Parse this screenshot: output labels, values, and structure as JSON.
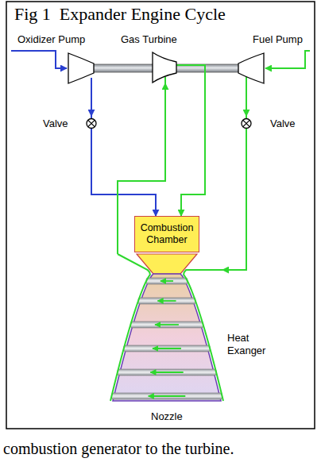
{
  "diagram": {
    "title": "Fig 1  Expander Engine Cycle",
    "caption": "combustion generator to the turbine.",
    "nodes": [
      {
        "text": [
          "Oxidizer Pump"
        ]
      },
      {
        "text": [
          "Gas Turbine"
        ]
      },
      {
        "text": [
          "Fuel Pump"
        ]
      },
      {
        "text": [
          "Valve"
        ]
      },
      {
        "text": [
          "Valve"
        ]
      },
      {
        "text": [
          "Combustion Chamber"
        ]
      },
      {
        "text": [
          "Heat Exanger"
        ]
      }
    ],
    "edges": [
      {
        "from": 0,
        "to": 3,
        "arrow": "to"
      },
      {
        "from": 3,
        "to": 5,
        "arrow": "to"
      },
      {
        "from": 2,
        "to": 4,
        "arrow": "to"
      },
      {
        "from": 4,
        "to": 6,
        "arrow": "to"
      },
      {
        "from": 6,
        "to": 1,
        "arrow": "to"
      },
      {
        "from": 1,
        "to": 5,
        "arrow": "to"
      }
    ],
    "labels": [
      "Nozzle"
    ]
  }
}
